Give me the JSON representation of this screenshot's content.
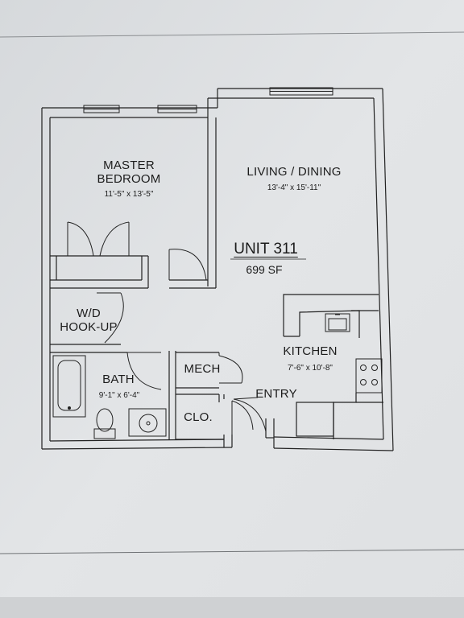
{
  "unit": {
    "title": "UNIT 311",
    "area": "699 SF"
  },
  "rooms": {
    "master": {
      "name_line1": "MASTER",
      "name_line2": "BEDROOM",
      "dims": "11'-5\" x 13'-5\""
    },
    "living": {
      "name": "LIVING / DINING",
      "dims": "13'-4\" x 15'-11\""
    },
    "wd": {
      "name_line1": "W/D",
      "name_line2": "HOOK-UP"
    },
    "bath": {
      "name": "BATH",
      "dims": "9'-1\" x 6'-4\""
    },
    "mech": {
      "name": "MECH"
    },
    "clo": {
      "name": "CLO."
    },
    "entry": {
      "name": "ENTRY"
    },
    "kitchen": {
      "name": "KITCHEN",
      "dims": "7'-6\" x 10'-8\""
    }
  }
}
